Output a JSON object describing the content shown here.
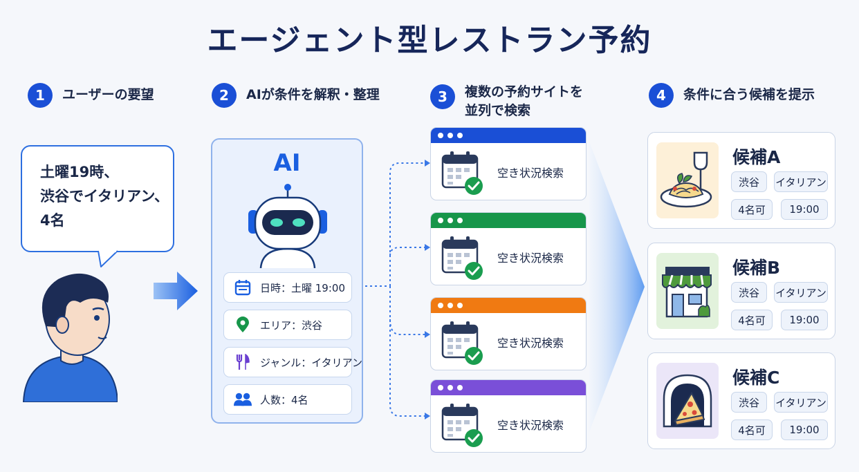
{
  "title": "エージェント型レストラン予約",
  "steps": [
    {
      "num": "1",
      "line1": "ユーザーの要望",
      "line2": ""
    },
    {
      "num": "2",
      "line1": "AIが条件を解釈・整理",
      "line2": ""
    },
    {
      "num": "3",
      "line1": "複数の予約サイトを",
      "line2": "並列で検索"
    },
    {
      "num": "4",
      "line1": "条件に合う候補を提示",
      "line2": ""
    }
  ],
  "user_request": {
    "lines": [
      "土曜19時、",
      "渋谷でイタリアン、",
      "4名"
    ]
  },
  "ai": {
    "label": "AI",
    "conditions": [
      {
        "icon": "calendar-icon",
        "text": "日時：土曜 19:00"
      },
      {
        "icon": "map-pin-icon",
        "text": "エリア：渋谷"
      },
      {
        "icon": "fork-knife-icon",
        "text": "ジャンル：イタリアン"
      },
      {
        "icon": "people-icon",
        "text": "人数：4名"
      }
    ]
  },
  "sites": [
    {
      "color": "#1a4fd6",
      "label": "空き状況検索"
    },
    {
      "color": "#17964a",
      "label": "空き状況検索"
    },
    {
      "color": "#f07a12",
      "label": "空き状況検索"
    },
    {
      "color": "#7a4fd8",
      "label": "空き状況検索"
    }
  ],
  "candidates": [
    {
      "name": "候補A",
      "icon": "pasta-wine-icon",
      "tags": [
        "渋谷",
        "イタリアン",
        "4名可",
        "19:00"
      ]
    },
    {
      "name": "候補B",
      "icon": "storefront-icon",
      "tags": [
        "渋谷",
        "イタリアン",
        "4名可",
        "19:00"
      ]
    },
    {
      "name": "候補C",
      "icon": "pizza-oven-icon",
      "tags": [
        "渋谷",
        "イタリアン",
        "4名可",
        "19:00"
      ]
    }
  ],
  "colors": {
    "accent": "#1a4fd6",
    "ai_panel": "#eaf1fd",
    "check": "#1a9d4f"
  }
}
